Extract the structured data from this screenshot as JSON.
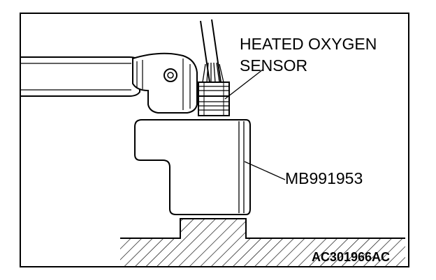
{
  "labels": {
    "sensor_line1": "HEATED OXYGEN",
    "sensor_line2": "SENSOR",
    "tool": "MB991953",
    "figure_id": "AC301966AC"
  }
}
